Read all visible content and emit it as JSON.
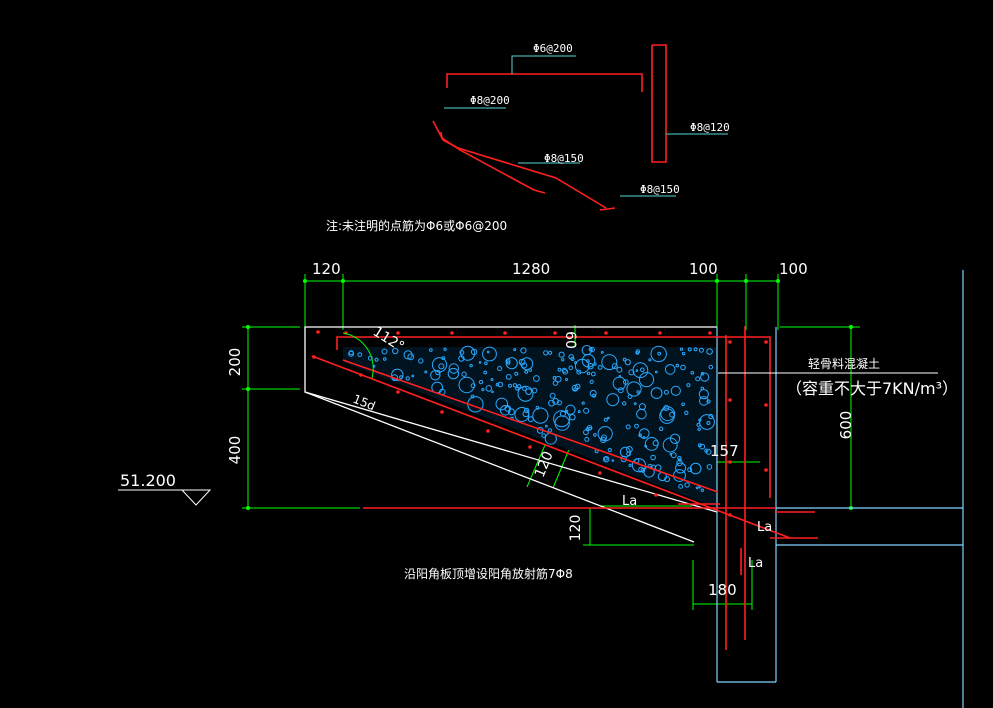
{
  "rebar_labels": {
    "top_transverse": "Φ6@200",
    "top_bar": "Φ8@200",
    "wall_vertical": "Φ8@120",
    "slope_upper": "Φ8@150",
    "slope_lower": "Φ8@150"
  },
  "note": "注:未注明的点筋为Φ6或Φ6@200",
  "dimensions": {
    "top": [
      "120",
      "1280",
      "100",
      "100"
    ],
    "left": [
      "200",
      "400"
    ],
    "right": "600",
    "angle": "112°",
    "slab_top": "60",
    "slab_thickness": "120",
    "inset": "157",
    "anchor": "15d",
    "lower_offset": "120",
    "column_width": "180",
    "anchor_la_1": "La",
    "anchor_la_2": "La",
    "anchor_la_3": "La"
  },
  "elevation": "51.200",
  "fill_label": {
    "line1": "轻骨料混凝土",
    "line2": "（容重不大于7KN/m³）"
  },
  "bottom_note": "沿阳角板顶增设阳角放射筋7Φ8",
  "colors": {
    "rebar": "#ff2020",
    "dimension": "#00ff00",
    "outline": "#ffffff",
    "fill": "#2aa9ff",
    "leader": "#5ad6d6",
    "column": "#7fd2ff"
  }
}
